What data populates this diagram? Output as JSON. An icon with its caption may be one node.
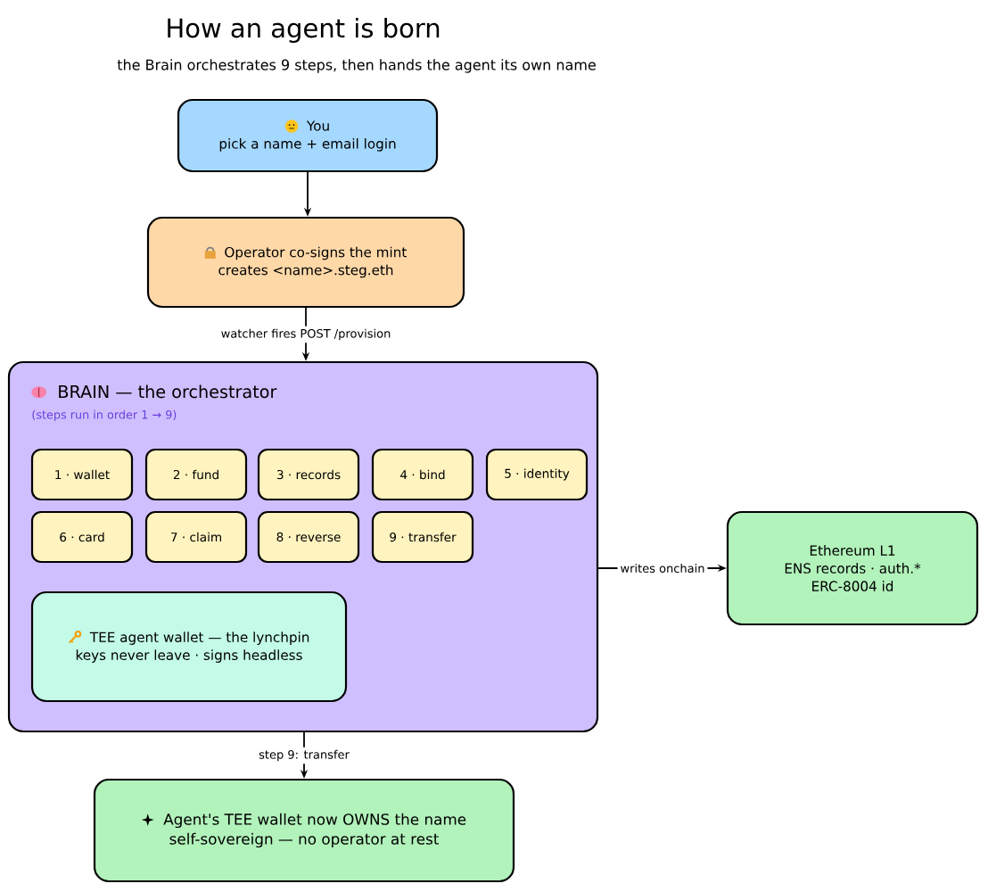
{
  "diagram": {
    "title": "How an agent is born",
    "nodes": [
      {
        "text": [
          "You",
          "pick a name + email login"
        ]
      },
      {
        "text": [
          "Operator co-signs the mint",
          "creates <name>.steg.eth"
        ]
      },
      {
        "text": [
          "BRAIN — the orchestrator",
          "(steps run in order 1 → 9)"
        ]
      },
      {
        "text": [
          "1 · wallet"
        ],
        "in": 2
      },
      {
        "text": [
          "2 · fund"
        ],
        "in": 2
      },
      {
        "text": [
          "3 · records"
        ],
        "in": 2
      },
      {
        "text": [
          "4 · bind"
        ],
        "in": 2
      },
      {
        "text": [
          "5 · identity"
        ],
        "in": 2
      },
      {
        "text": [
          "6 · card"
        ],
        "in": 2
      },
      {
        "text": [
          "7 · claim"
        ],
        "in": 2
      },
      {
        "text": [
          "8 · reverse"
        ],
        "in": 2
      },
      {
        "text": [
          "9 · transfer"
        ],
        "in": 2
      },
      {
        "text": [
          "TEE agent wallet — the lynchpin",
          "keys never leave · signs headless"
        ],
        "in": 2
      },
      {
        "text": [
          "Ethereum L1",
          "ENS records · auth.*",
          "ERC-8004 id"
        ]
      },
      {
        "text": [
          "Agent's TEE wallet now OWNS the name",
          "self-sovereign — no operator at rest"
        ]
      }
    ],
    "edges": [
      {
        "from": 0,
        "to": 1,
        "arrow": "to"
      },
      {
        "from": 1,
        "to": 2,
        "arrow": "to",
        "label": "watcher fires POST /provision"
      },
      {
        "from": 2,
        "to": 13,
        "arrow": "to",
        "label": "writes onchain"
      },
      {
        "from": 2,
        "to": 14,
        "arrow": "to",
        "label": "step 9: transfer"
      }
    ],
    "labels": [
      "the Brain orchestrates 9 steps, then hands the agent its own name"
    ]
  }
}
